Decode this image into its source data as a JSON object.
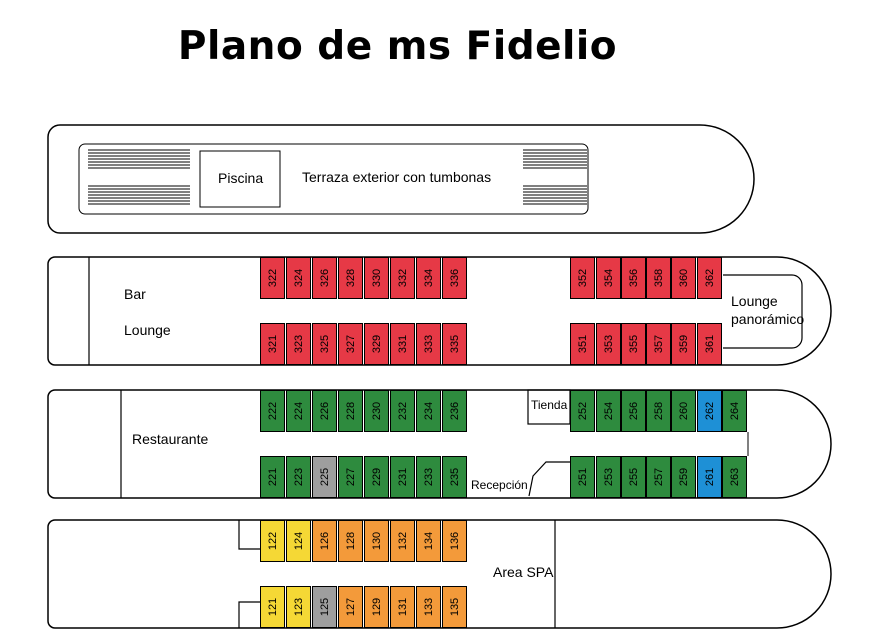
{
  "title": "Plano de ms Fidelio",
  "sun_deck": {
    "pool_label": "Piscina",
    "terrace_label": "Terraza exterior con tumbonas"
  },
  "deck3": {
    "labels": {
      "bar": "Bar",
      "lounge": "Lounge",
      "panoramic": "Lounge\npanorámico"
    },
    "cabins": [
      {
        "n": "322",
        "c": "red"
      },
      {
        "n": "324",
        "c": "red"
      },
      {
        "n": "326",
        "c": "red"
      },
      {
        "n": "328",
        "c": "red"
      },
      {
        "n": "330",
        "c": "red"
      },
      {
        "n": "332",
        "c": "red"
      },
      {
        "n": "334",
        "c": "red"
      },
      {
        "n": "336",
        "c": "red"
      },
      {
        "n": "321",
        "c": "red"
      },
      {
        "n": "323",
        "c": "red"
      },
      {
        "n": "325",
        "c": "red"
      },
      {
        "n": "327",
        "c": "red"
      },
      {
        "n": "329",
        "c": "red"
      },
      {
        "n": "331",
        "c": "red"
      },
      {
        "n": "333",
        "c": "red"
      },
      {
        "n": "335",
        "c": "red"
      },
      {
        "n": "352",
        "c": "red"
      },
      {
        "n": "354",
        "c": "red"
      },
      {
        "n": "356",
        "c": "red"
      },
      {
        "n": "358",
        "c": "red"
      },
      {
        "n": "360",
        "c": "red"
      },
      {
        "n": "362",
        "c": "red"
      },
      {
        "n": "351",
        "c": "red"
      },
      {
        "n": "353",
        "c": "red"
      },
      {
        "n": "355",
        "c": "red"
      },
      {
        "n": "357",
        "c": "red"
      },
      {
        "n": "359",
        "c": "red"
      },
      {
        "n": "361",
        "c": "red"
      }
    ]
  },
  "deck2": {
    "labels": {
      "restaurant": "Restaurante",
      "shop": "Tienda",
      "reception": "Recepción"
    },
    "cabins": [
      {
        "n": "222",
        "c": "green"
      },
      {
        "n": "224",
        "c": "green"
      },
      {
        "n": "226",
        "c": "green"
      },
      {
        "n": "228",
        "c": "green"
      },
      {
        "n": "230",
        "c": "green"
      },
      {
        "n": "232",
        "c": "green"
      },
      {
        "n": "234",
        "c": "green"
      },
      {
        "n": "236",
        "c": "green"
      },
      {
        "n": "221",
        "c": "green"
      },
      {
        "n": "223",
        "c": "green"
      },
      {
        "n": "225",
        "c": "gray"
      },
      {
        "n": "227",
        "c": "green"
      },
      {
        "n": "229",
        "c": "green"
      },
      {
        "n": "231",
        "c": "green"
      },
      {
        "n": "233",
        "c": "green"
      },
      {
        "n": "235",
        "c": "green"
      },
      {
        "n": "252",
        "c": "green"
      },
      {
        "n": "254",
        "c": "green"
      },
      {
        "n": "256",
        "c": "green"
      },
      {
        "n": "258",
        "c": "green"
      },
      {
        "n": "260",
        "c": "green"
      },
      {
        "n": "262",
        "c": "blue"
      },
      {
        "n": "264",
        "c": "green"
      },
      {
        "n": "251",
        "c": "green"
      },
      {
        "n": "253",
        "c": "green"
      },
      {
        "n": "255",
        "c": "green"
      },
      {
        "n": "257",
        "c": "green"
      },
      {
        "n": "259",
        "c": "green"
      },
      {
        "n": "261",
        "c": "blue"
      },
      {
        "n": "263",
        "c": "green"
      }
    ]
  },
  "deck1": {
    "labels": {
      "spa": "Area SPA"
    },
    "cabins": [
      {
        "n": "122",
        "c": "yellow"
      },
      {
        "n": "124",
        "c": "yellow"
      },
      {
        "n": "126",
        "c": "orange"
      },
      {
        "n": "128",
        "c": "orange"
      },
      {
        "n": "130",
        "c": "orange"
      },
      {
        "n": "132",
        "c": "orange"
      },
      {
        "n": "134",
        "c": "orange"
      },
      {
        "n": "136",
        "c": "orange"
      },
      {
        "n": "121",
        "c": "yellow"
      },
      {
        "n": "123",
        "c": "yellow"
      },
      {
        "n": "125",
        "c": "gray"
      },
      {
        "n": "127",
        "c": "orange"
      },
      {
        "n": "129",
        "c": "orange"
      },
      {
        "n": "131",
        "c": "orange"
      },
      {
        "n": "133",
        "c": "orange"
      },
      {
        "n": "135",
        "c": "orange"
      }
    ]
  },
  "colors": {
    "red": "#e63946",
    "green": "#2e8b3e",
    "gray": "#9e9e9e",
    "blue": "#1e90d6",
    "yellow": "#f5d835",
    "orange": "#f39a3a"
  }
}
